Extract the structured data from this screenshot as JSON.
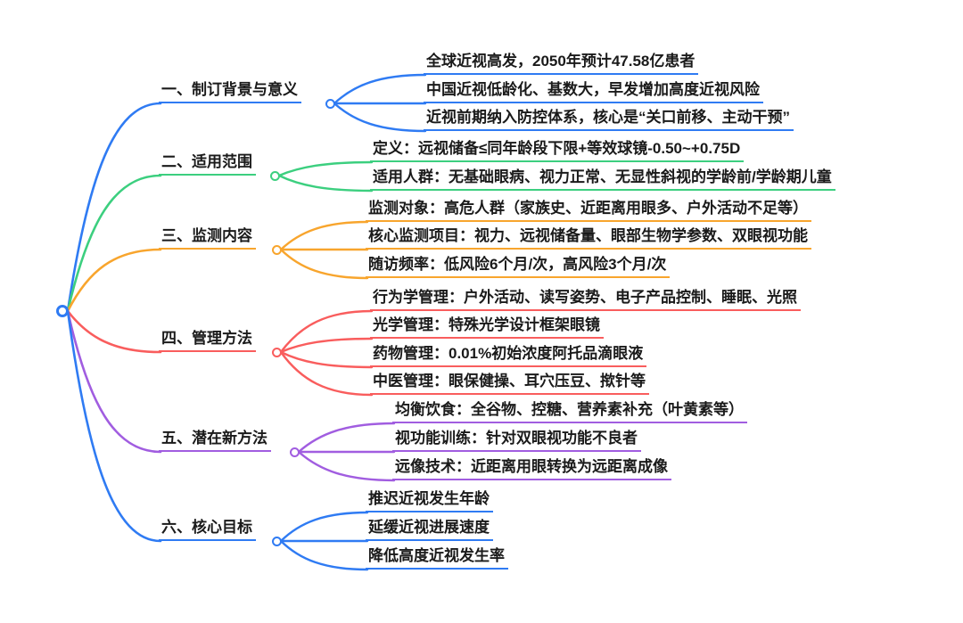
{
  "root": {
    "color": "#2f7bf3"
  },
  "branches": [
    {
      "label": "一、制订背景与意义",
      "color": "#2f7bf3",
      "children": [
        "全球近视高发，2050年预计47.58亿患者",
        "中国近视低龄化、基数大，早发增加高度近视风险",
        "近视前期纳入防控体系，核心是“关口前移、主动干预”"
      ]
    },
    {
      "label": "二、适用范围",
      "color": "#3ccf7f",
      "children": [
        "定义：远视储备≤同年龄段下限+等效球镜-0.50~+0.75D",
        "适用人群：无基础眼病、视力正常、无显性斜视的学龄前/学龄期儿童"
      ]
    },
    {
      "label": "三、监测内容",
      "color": "#f8a52d",
      "children": [
        "监测对象：高危人群（家族史、近距离用眼多、户外活动不足等）",
        "核心监测项目：视力、远视储备量、眼部生物学参数、双眼视功能",
        "随访频率：低风险6个月/次，高风险3个月/次"
      ]
    },
    {
      "label": "四、管理方法",
      "color": "#f95d5d",
      "children": [
        "行为学管理：户外活动、读写姿势、电子产品控制、睡眠、光照",
        "光学管理：特殊光学设计框架眼镜",
        "药物管理：0.01%初始浓度阿托品滴眼液",
        "中医管理：眼保健操、耳穴压豆、揿针等"
      ]
    },
    {
      "label": "五、潜在新方法",
      "color": "#a15de0",
      "children": [
        "均衡饮食：全谷物、控糖、营养素补充（叶黄素等）",
        "视功能训练：针对双眼视功能不良者",
        "远像技术：近距离用眼转换为远距离成像"
      ]
    },
    {
      "label": "六、核心目标",
      "color": "#2f7bf3",
      "children": [
        "推迟近视发生年龄",
        "延缓近视进展速度",
        "降低高度近视发生率"
      ]
    }
  ]
}
